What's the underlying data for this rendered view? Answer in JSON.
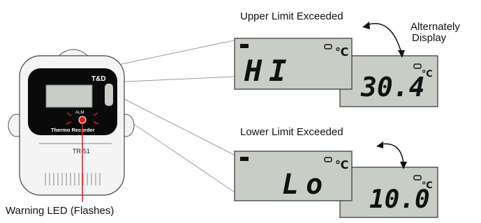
{
  "labels": {
    "upper": "Upper Limit Exceeded",
    "lower": "Lower Limit Exceeded",
    "alternately": "Alternately",
    "display": "Display",
    "warning_led": "Warning LED (Flashes)"
  },
  "device": {
    "brand": "T&D",
    "model": "TR-51",
    "product": "Thermo Recorder",
    "led_label": "ALM"
  },
  "displays": {
    "upper": {
      "front": "HI",
      "back": "30.4",
      "unit": "℃"
    },
    "lower": {
      "front": "Lo",
      "back": "10.0",
      "unit": "℃"
    }
  },
  "icons": [
    "rec-indicator-icon",
    "battery-icon",
    "alternate-arrow-icon",
    "warning-led-icon"
  ],
  "colors": {
    "lcd": "#c8cdc5",
    "led": "#e21a1a",
    "device_body": "#f4f4f4",
    "device_face": "#0a0a0a"
  }
}
